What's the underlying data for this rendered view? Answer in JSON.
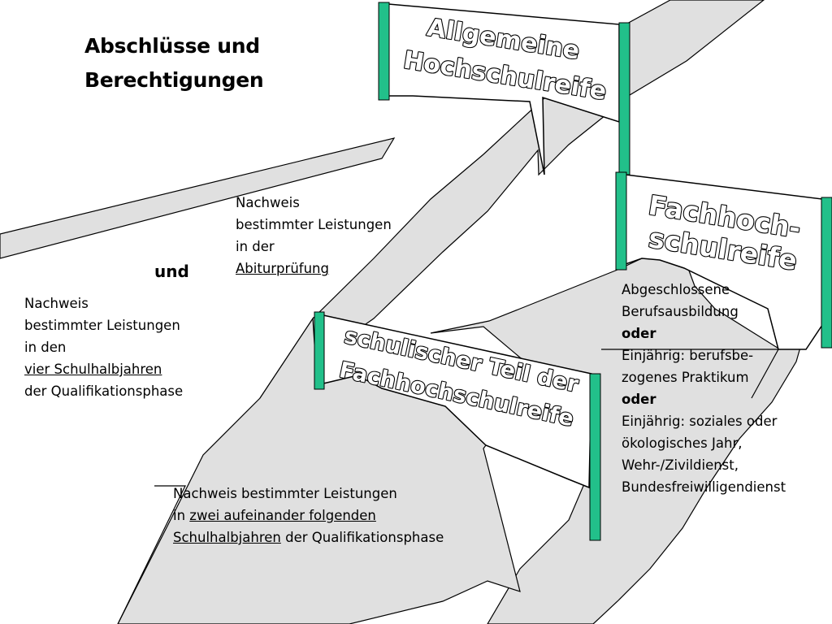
{
  "title": {
    "line1": "Abschlüsse und",
    "line2": "Berechtigungen"
  },
  "signs": {
    "allgemeine": {
      "line1": "Allgemeine",
      "line2": "Hochschulreife"
    },
    "fachhoch": {
      "line1": "Fachhoch-",
      "line2": "schulreife"
    },
    "schulisch": {
      "line1": "schulischer Teil der",
      "line2": "Fachhochschulreife"
    }
  },
  "connector": "und",
  "blocks": {
    "abitur": {
      "lines": [
        "Nachweis",
        "bestimmter Leistungen",
        "in der"
      ],
      "underlined": "Abiturprüfung"
    },
    "quali": {
      "line1": "Nachweis",
      "line2": "bestimmter Leistungen",
      "line3": "in den",
      "underlined": "vier Schulhalbjahren",
      "line5": "der Qualifikationsphase"
    },
    "zwei": {
      "line1": "Nachweis bestimmter Leistungen",
      "line2_prefix": "in ",
      "line2_underlined": "zwei aufeinander folgenden",
      "line3_underlined": "Schulhalbjahren",
      "line3_suffix": " der Qualifikationsphase"
    },
    "beruf": {
      "line1": "Abgeschlossene",
      "line2": "Berufsausbildung",
      "oder1": "oder",
      "line4": "Einjährig: berufsbe-",
      "line5": "zogenes Praktikum",
      "oder2": "oder",
      "line7": "Einjährig: soziales oder",
      "line8": "ökologisches Jahr,",
      "line9": "Wehr-/Zivildienst,",
      "line10": "Bundesfreiwilligendienst"
    }
  },
  "colors": {
    "pole": "#22c08a",
    "road": "#e0e0e0",
    "outline": "#000000",
    "banner": "#ffffff"
  }
}
